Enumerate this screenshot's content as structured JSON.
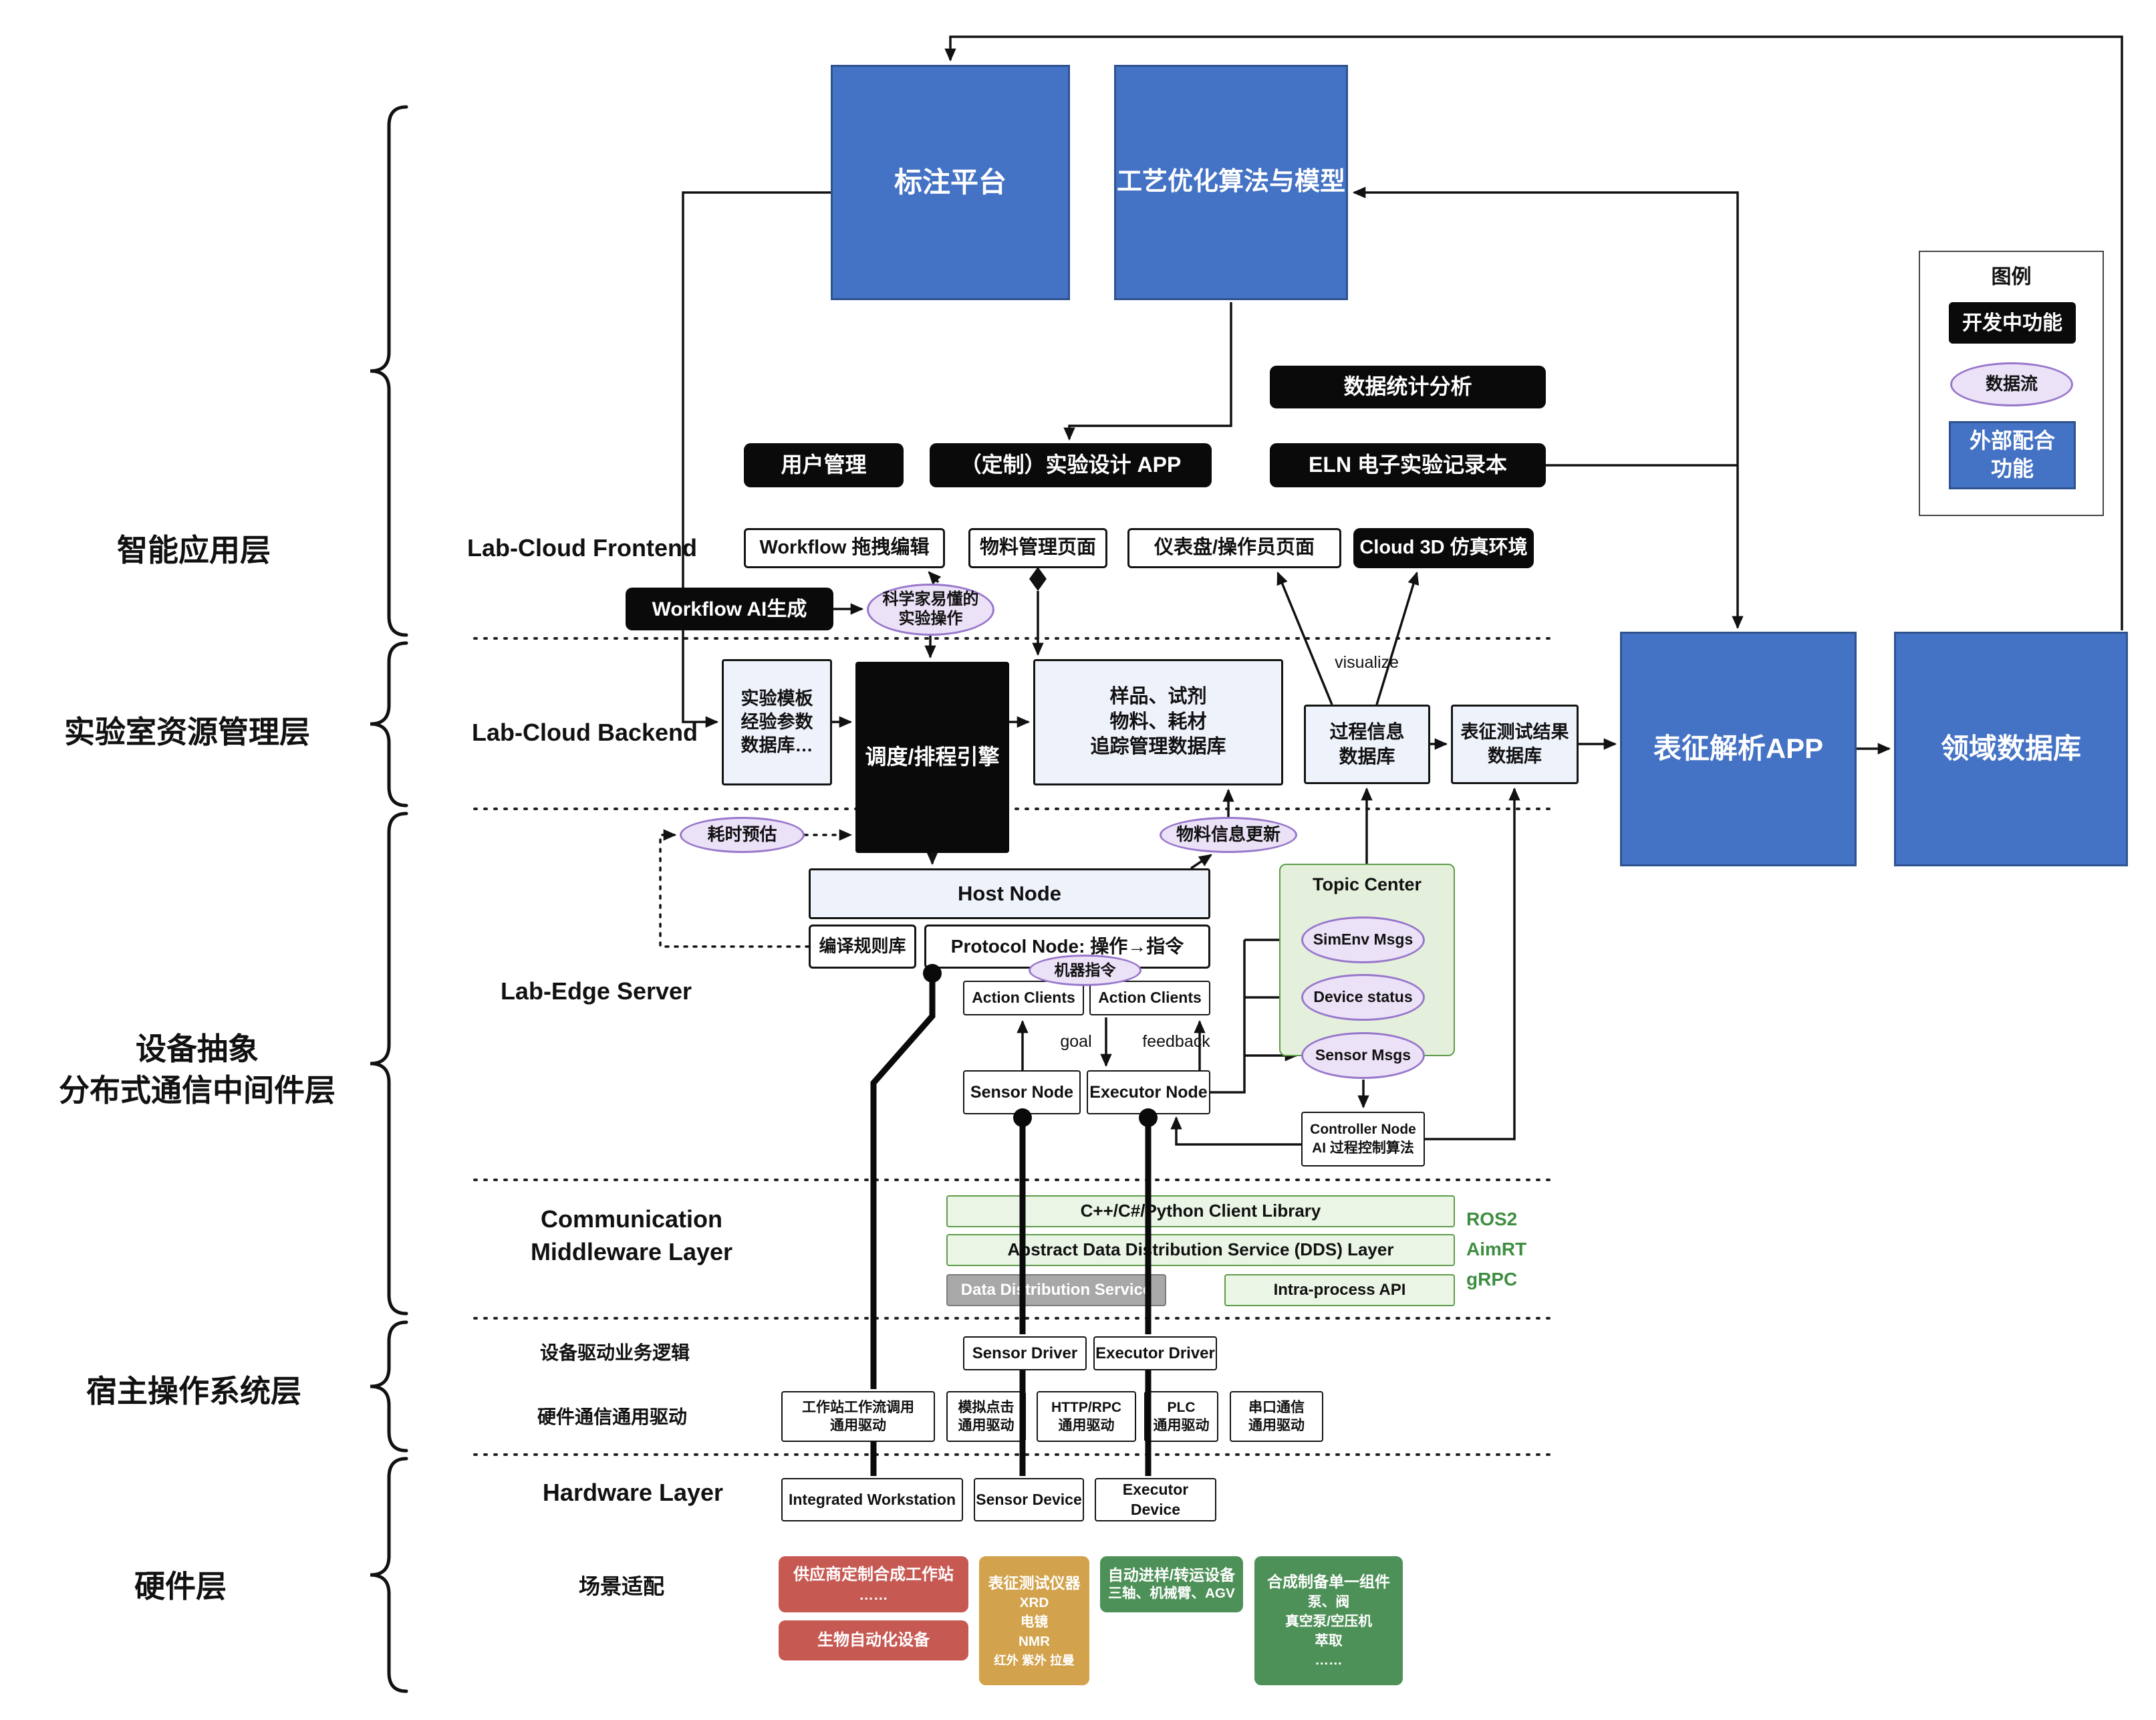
{
  "palette": {
    "blue": "#4472c4",
    "black": "#0a0a0a",
    "lavender_fill": "#ece2f8",
    "lavender_border": "#9877cb",
    "green_fill": "#e4f0dc",
    "green_border": "#5d9c49",
    "gray_fill": "#a8a8a8",
    "red_fill": "#c75953",
    "yellow_fill": "#d2a24c",
    "hw_green_fill": "#4e9158",
    "lightblue_fill": "#eef2fb"
  },
  "layers": {
    "app": "智能应用层",
    "resource": "实验室资源管理层",
    "device_abs_line1": "设备抽象",
    "device_abs_line2": "分布式通信中间件层",
    "host_os": "宿主操作系统层",
    "hw": "硬件层"
  },
  "sections": {
    "frontend": "Lab-Cloud Frontend",
    "backend": "Lab-Cloud Backend",
    "edge": "Lab-Edge Server",
    "comm1": "Communication",
    "comm2": "Middleware Layer",
    "driver_logic": "设备驱动业务逻辑",
    "hw_comm": "硬件通信通用驱动",
    "hardware": "Hardware Layer",
    "scenario": "场景适配"
  },
  "legend": {
    "title": "图例",
    "developing": "开发中功能",
    "dataflow": "数据流",
    "external1": "外部配合",
    "external2": "功能"
  },
  "top": {
    "annotation": "标注平台",
    "optimization": "工艺优化算法与模型",
    "stats": "数据统计分析",
    "user_mgmt": "用户管理",
    "exp_design": "（定制）实验设计 APP",
    "eln": "ELN 电子实验记录本",
    "workflow_edit": "Workflow 拖拽编辑",
    "material_page": "物料管理页面",
    "dashboard": "仪表盘/操作员页面",
    "cloud3d": "Cloud 3D 仿真环境",
    "workflow_ai": "Workflow AI生成",
    "sci1": "科学家易懂的",
    "sci2": "实验操作"
  },
  "backend": {
    "template_db": [
      "实验模板",
      "经验参数",
      "数据库…"
    ],
    "scheduler": "调度/排程引擎",
    "sample_db": [
      "样品、试剂",
      "物料、耗材",
      "追踪管理数据库"
    ],
    "process_db": [
      "过程信息",
      "数据库"
    ],
    "charact_db": [
      "表征测试结果",
      "数据库"
    ],
    "charact_app": "表征解析APP",
    "domain_db": "领域数据库",
    "visualize": "visualize",
    "time_estimate": "耗时预估",
    "material_update": "物料信息更新"
  },
  "edge": {
    "host": "Host Node",
    "compile": "编译规则库",
    "protocol": "Protocol Node: 操作→指令",
    "machine_cmd": "机器指令",
    "action": "Action Clients",
    "goal": "goal",
    "feedback": "feedback",
    "sensor_node": "Sensor Node",
    "executor_node": "Executor Node",
    "topic": "Topic Center",
    "simenv": "SimEnv Msgs",
    "device_status": "Device status",
    "sensor_msgs": "Sensor Msgs",
    "controller1": "Controller Node",
    "controller2": "AI 过程控制算法"
  },
  "middleware": {
    "client_lib": "C++/C#/Python Client Library",
    "dds": "Abstract Data Distribution Service (DDS) Layer",
    "dds_svc": "Data Distribution Service",
    "intra": "Intra-process API",
    "protocols": [
      "ROS2",
      "AimRT",
      "gRPC"
    ]
  },
  "drivers": {
    "sensor": "Sensor Driver",
    "executor": "Executor Driver",
    "generic": [
      [
        "工作站工作流调用",
        "通用驱动"
      ],
      [
        "模拟点击",
        "通用驱动"
      ],
      [
        "HTTP/RPC",
        "通用驱动"
      ],
      [
        "PLC",
        "通用驱动"
      ],
      [
        "串口通信",
        "通用驱动"
      ]
    ]
  },
  "hardware": {
    "ws": "Integrated Workstation",
    "sensor_dev": "Sensor Device",
    "executor_dev": "Executor Device",
    "vendor": [
      "供应商定制合成工作站",
      "……"
    ],
    "bio": "生物自动化设备",
    "charact": [
      "表征测试仪器",
      "XRD",
      "电镜",
      "NMR",
      "红外 紫外 拉曼"
    ],
    "transfer": [
      "自动进样/转运设备",
      "三轴、机械臂、AGV"
    ],
    "synthesis": [
      "合成制备单一组件",
      "泵、阀",
      "真空泵/空压机",
      "萃取",
      "……"
    ]
  }
}
